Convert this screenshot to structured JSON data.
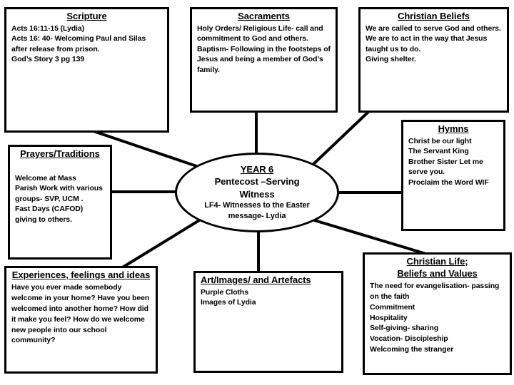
{
  "colors": {
    "ink": "#000000",
    "paper": "#ffffff"
  },
  "center": {
    "title": "YEAR 6",
    "subtitle": "Pentecost –Serving Witness",
    "detail": "LF4- Witnesses to the Easter message- Lydia"
  },
  "boxes": {
    "scripture": {
      "title": "Scripture",
      "body": "Acts 16:11-15 (Lydia)\nActs 16: 40- Welcoming Paul and Silas after release from prison.\nGod’s Story  3 pg 139"
    },
    "sacraments": {
      "title": "Sacraments",
      "body": "Holy Orders/ Religious Life- call and commitment to God and others.\nBaptism- Following in the footsteps of Jesus and being a member of God’s family."
    },
    "christian_beliefs": {
      "title": "Christian Beliefs",
      "body": "We are called to serve God and others.\nWe are to act in the way that Jesus taught us to do.\nGiving shelter."
    },
    "hymns": {
      "title": "Hymns",
      "body": "Christ be our light\nThe Servant King\nBrother Sister Let me serve you.\nProclaim the Word WIF"
    },
    "prayers_traditions": {
      "title": "Prayers/Traditions",
      "body": "Welcome at Mass\nParish Work with various groups- SVP, UCM .\nFast Days (CAFOD) giving to others."
    },
    "experiences": {
      "title": "Experiences, feelings and ideas",
      "body": "Have you ever made somebody welcome in your home? Have you been welcomed into another home? How did it make you feel? How do we welcome new people into our school community?"
    },
    "art": {
      "title": "Art/Images/ and Artefacts",
      "body": "Purple Cloths\nImages of Lydia"
    },
    "christian_life": {
      "title": "Christian Life;\nBeliefs and Values",
      "body": "The need for evangelisation- passing on the faith\nCommitment\nHospitality\nSelf-giving- sharing\nVocation- Discipleship\nWelcoming the stranger"
    }
  }
}
